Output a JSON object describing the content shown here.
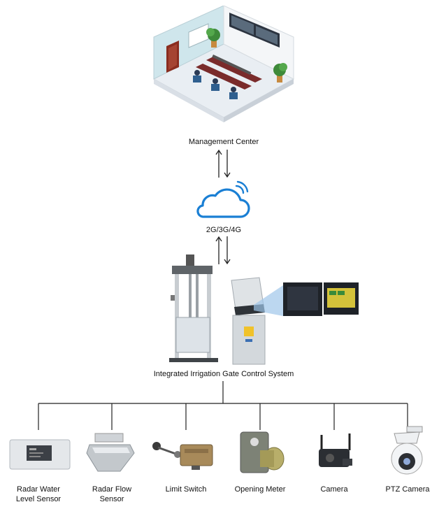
{
  "labels": {
    "management_center": "Management Center",
    "network": "2G/3G/4G",
    "system": "Integrated Irrigation Gate Control System"
  },
  "devices": [
    {
      "name": "Radar Water Level Sensor",
      "line1": "Radar Water",
      "line2": "Level Sensor"
    },
    {
      "name": "Radar Flow Sensor",
      "line1": "Radar Flow",
      "line2": "Sensor"
    },
    {
      "name": "Limit Switch",
      "line1": "Limit Switch",
      "line2": ""
    },
    {
      "name": "Opening Meter",
      "line1": "Opening Meter",
      "line2": ""
    },
    {
      "name": "Camera",
      "line1": "Camera",
      "line2": ""
    },
    {
      "name": "PTZ Camera",
      "line1": "PTZ Camera",
      "line2": ""
    }
  ],
  "colors": {
    "cloud": "#1a7fd4",
    "line": "#222222"
  }
}
